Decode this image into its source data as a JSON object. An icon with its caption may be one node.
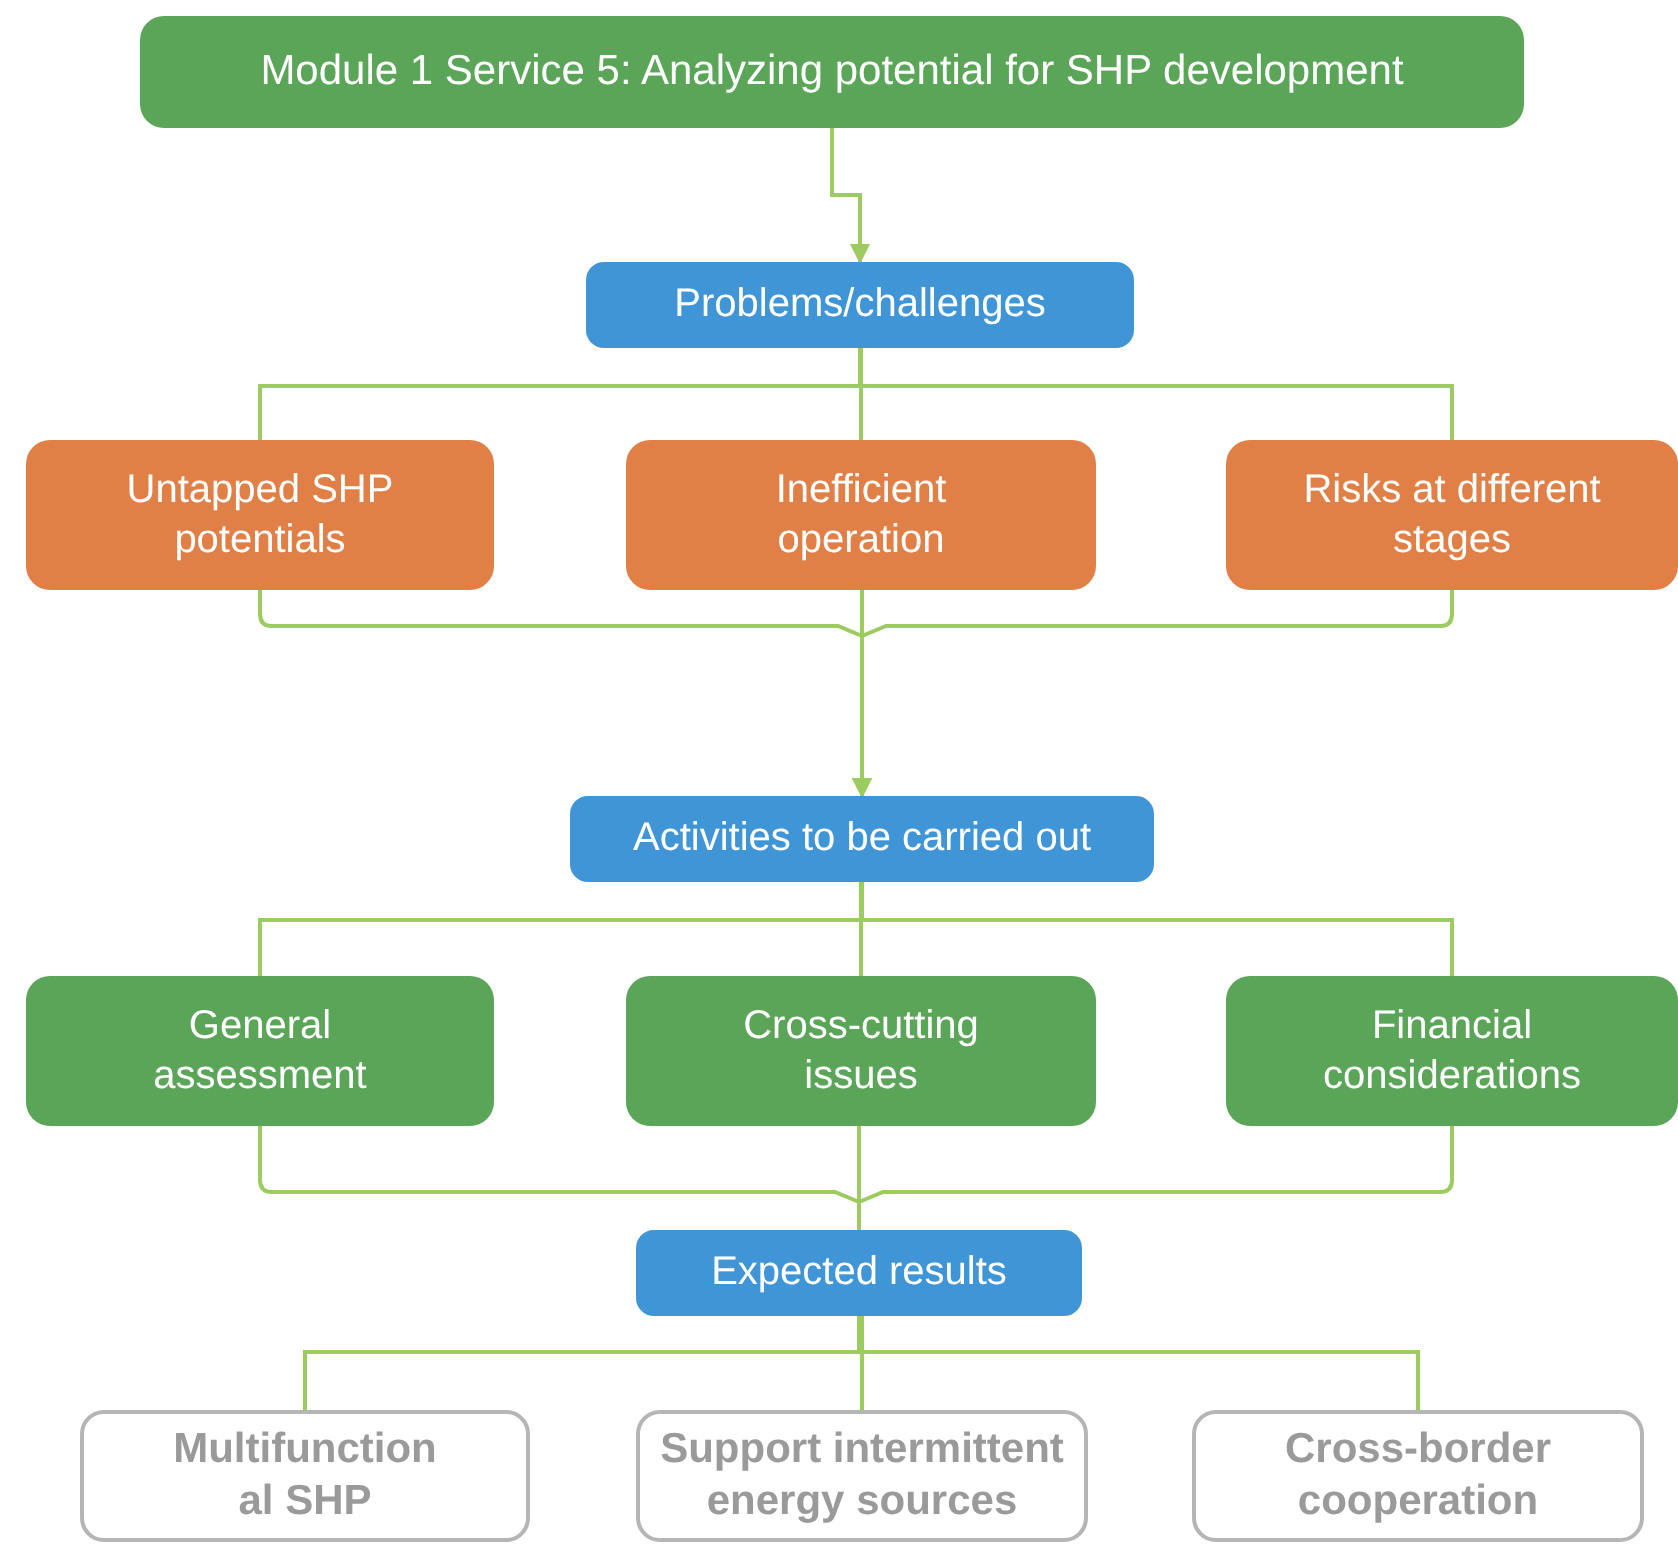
{
  "diagram": {
    "nodes": [
      {
        "text": [
          "Module 1 Service 5: Analyzing potential for SHP development"
        ]
      },
      {
        "text": [
          "Problems/challenges"
        ]
      },
      {
        "text": [
          "Untapped SHP potentials"
        ]
      },
      {
        "text": [
          "Inefficient operation"
        ]
      },
      {
        "text": [
          "Risks at different stages"
        ]
      },
      {
        "text": [
          "Activities to be carried out"
        ]
      },
      {
        "text": [
          "General assessment"
        ]
      },
      {
        "text": [
          "Cross-cutting issues"
        ]
      },
      {
        "text": [
          "Financial considerations"
        ]
      },
      {
        "text": [
          "Expected results"
        ]
      },
      {
        "text": [
          "Multifunction al SHP"
        ]
      },
      {
        "text": [
          "Support intermittent energy sources"
        ]
      },
      {
        "text": [
          "Cross-border cooperation"
        ]
      }
    ],
    "edges": [
      {
        "from": 0,
        "to": 1,
        "arrow": "to"
      },
      {
        "from": 1,
        "to": 2,
        "arrow": "none"
      },
      {
        "from": 1,
        "to": 3,
        "arrow": "none"
      },
      {
        "from": 1,
        "to": 4,
        "arrow": "none"
      },
      {
        "from": 2,
        "to": 5,
        "arrow": "to"
      },
      {
        "from": 3,
        "to": 5,
        "arrow": "to"
      },
      {
        "from": 4,
        "to": 5,
        "arrow": "to"
      },
      {
        "from": 5,
        "to": 6,
        "arrow": "none"
      },
      {
        "from": 5,
        "to": 7,
        "arrow": "none"
      },
      {
        "from": 5,
        "to": 8,
        "arrow": "none"
      },
      {
        "from": 6,
        "to": 9,
        "arrow": "none"
      },
      {
        "from": 7,
        "to": 9,
        "arrow": "none"
      },
      {
        "from": 8,
        "to": 9,
        "arrow": "none"
      },
      {
        "from": 9,
        "to": 10,
        "arrow": "none"
      },
      {
        "from": 9,
        "to": 11,
        "arrow": "none"
      },
      {
        "from": 9,
        "to": 12,
        "arrow": "none"
      }
    ]
  }
}
